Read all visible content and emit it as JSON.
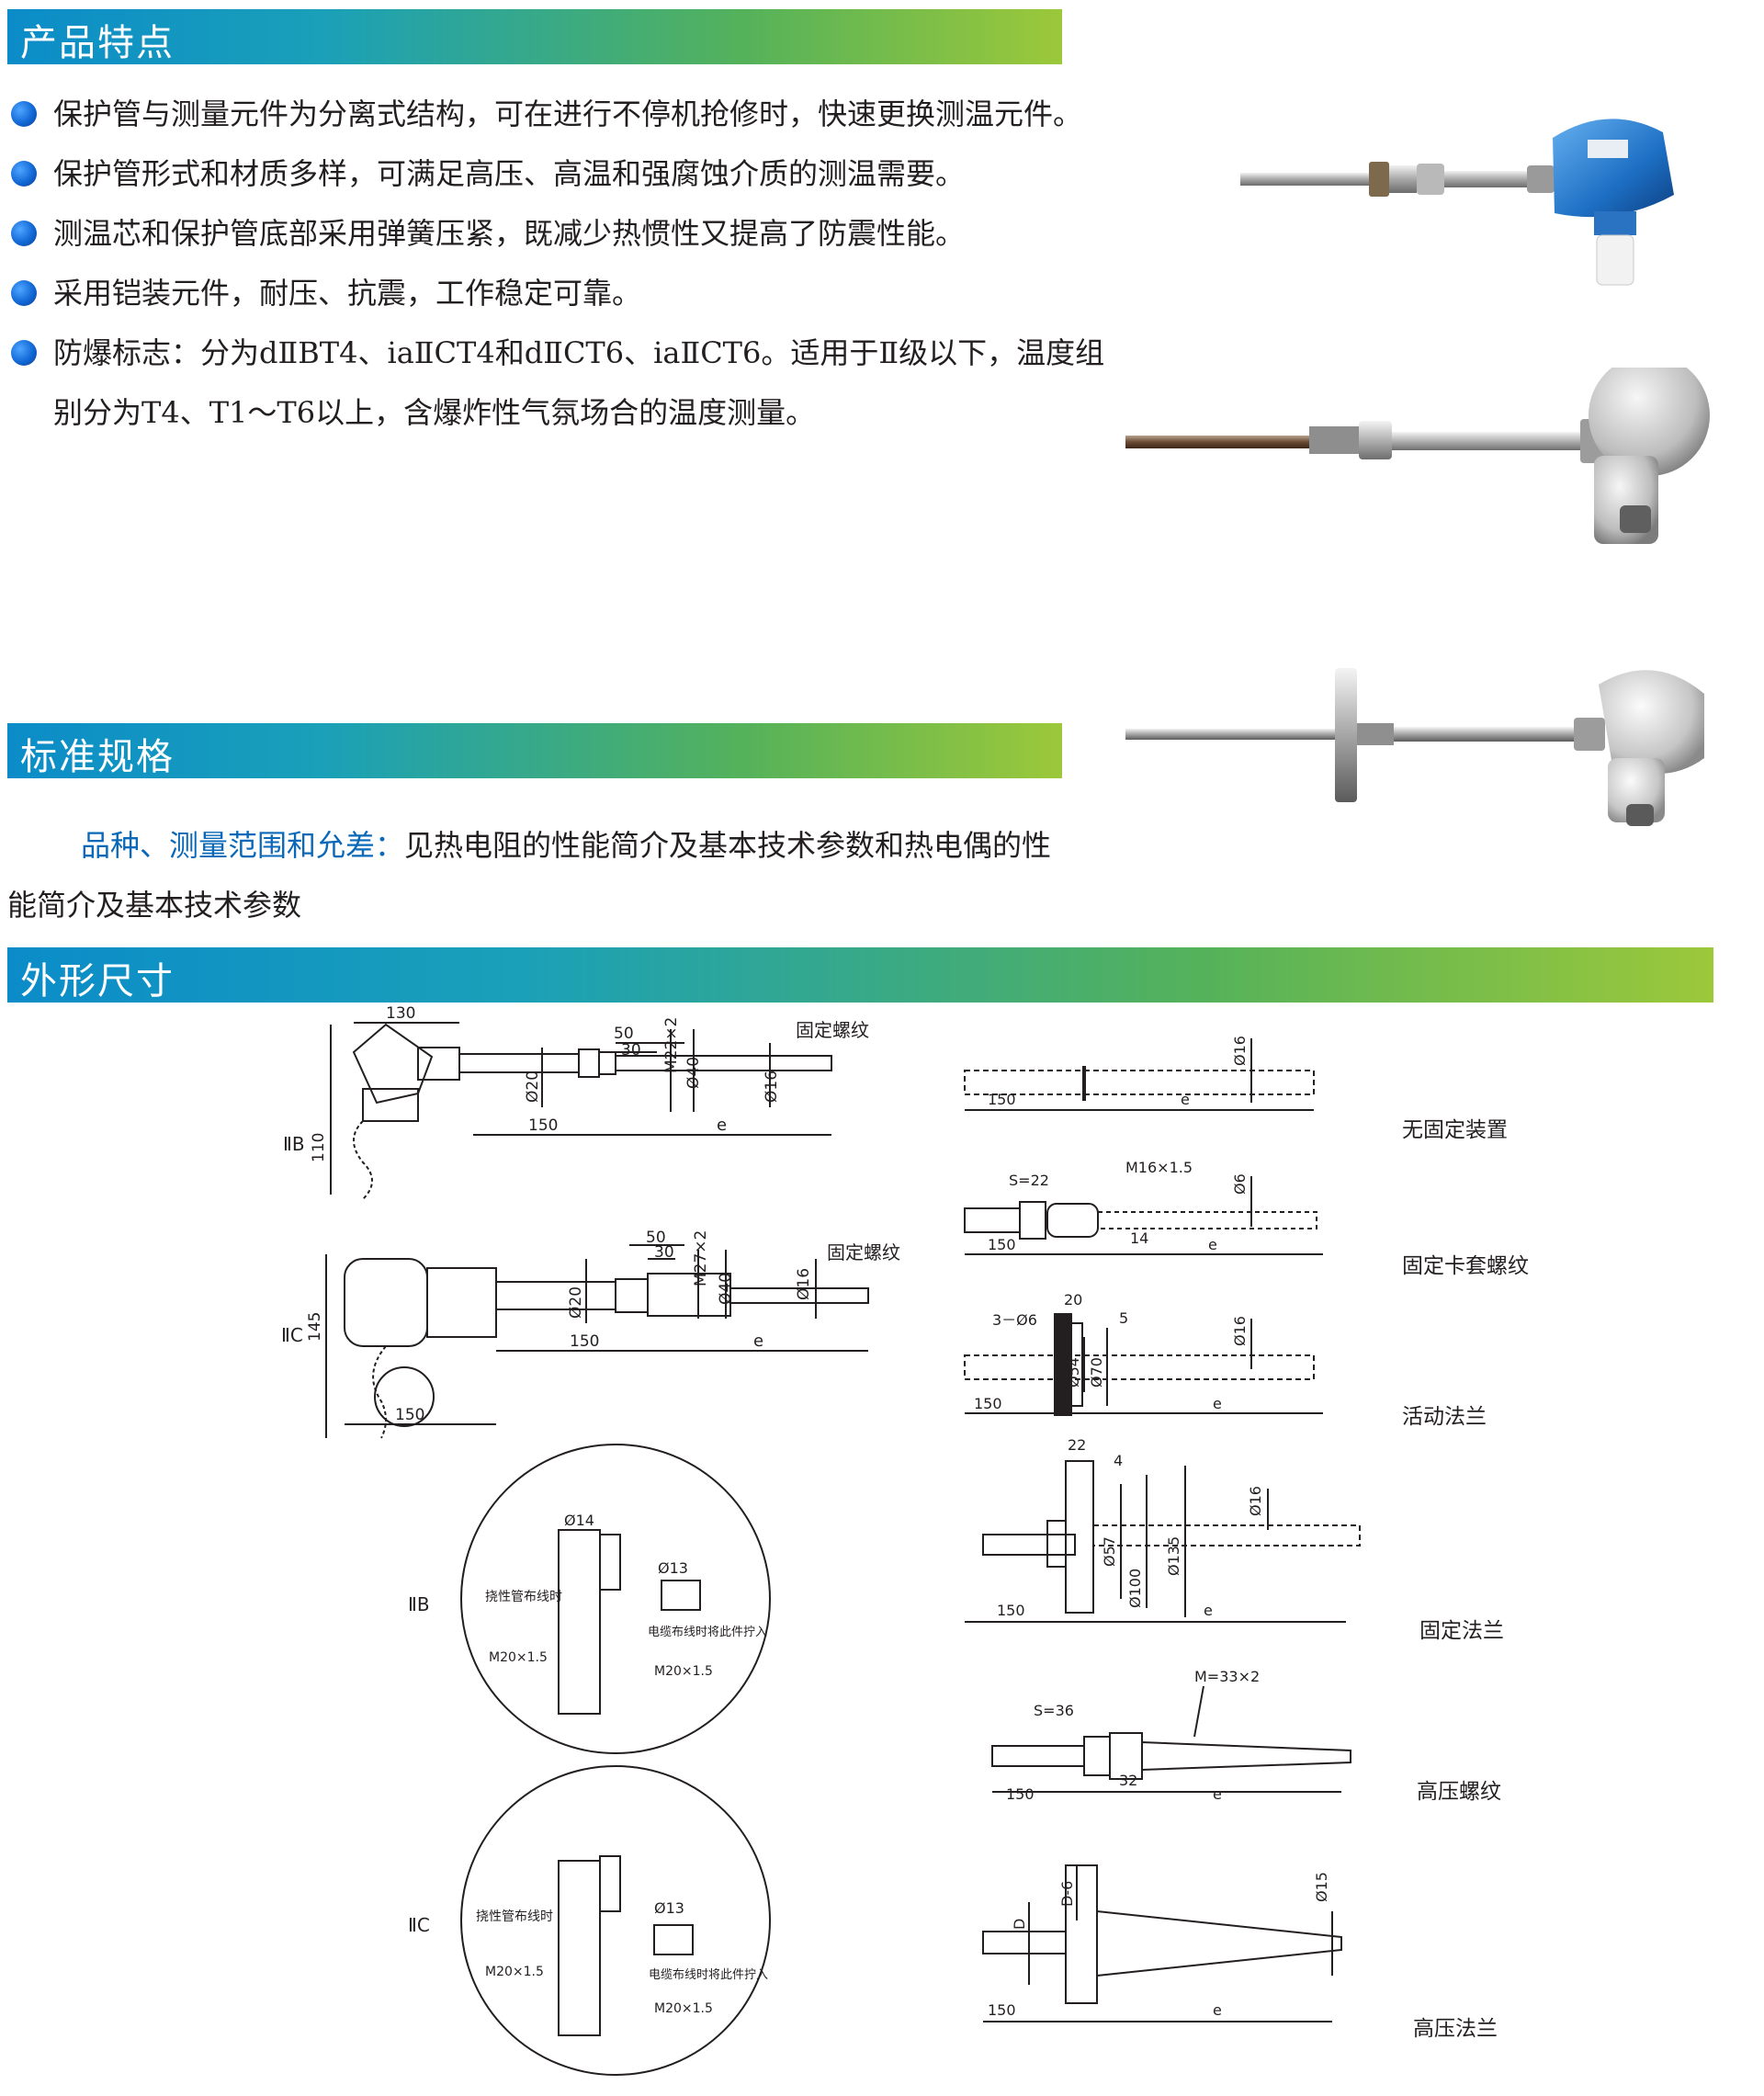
{
  "sections": {
    "features_title": "产品特点",
    "standard_title": "标准规格",
    "dimensions_title": "外形尺寸"
  },
  "features": [
    "保护管与测量元件为分离式结构，可在进行不停机抢修时，快速更换测温元件。",
    "保护管形式和材质多样，可满足高压、高温和强腐蚀介质的测温需要。",
    "测温芯和保护管底部采用弹簧压紧，既减少热惯性又提高了防震性能。",
    "采用铠装元件，耐压、抗震，工作稳定可靠。",
    "防爆标志：分为dⅡBT4、iaⅡCT4和dⅡCT6、iaⅡCT6。适用于Ⅱ级以下，温度组别分为T4、T1～T6以上，含爆炸性气氛场合的温度测量。"
  ],
  "spec": {
    "label": "品种、测量范围和允差：",
    "text": "见热电阻的性能简介及基本技术参数和热电偶的性能简介及基本技术参数"
  },
  "drawings": {
    "iib_head": {
      "label": "ⅡB",
      "d130": "130",
      "d110": "110",
      "d150": "150",
      "d20": "Ø20",
      "d50": "50",
      "d30": "30",
      "m22": "M22×2",
      "d40": "Ø40",
      "d16": "Ø16",
      "e": "e",
      "thread": "固定螺纹"
    },
    "iic_head": {
      "label": "ⅡC",
      "d145": "145",
      "d150a": "150",
      "d150b": "150",
      "d20": "Ø20",
      "d50": "50",
      "d30": "30",
      "m27": "M27×2",
      "d40": "Ø40",
      "d16": "Ø16",
      "e": "e",
      "thread": "固定螺纹"
    },
    "iib_detail": {
      "label": "ⅡB",
      "d14": "Ø14",
      "flex": "挠性管布线时",
      "m20a": "M20×1.5",
      "d13": "Ø13",
      "cable": "电缆布线时将此件拧入",
      "m20b": "M20×1.5"
    },
    "iic_detail": {
      "label": "ⅡC",
      "flex": "挠性管布线时",
      "m20a": "M20×1.5",
      "d13": "Ø13",
      "cable": "电缆布线时将此件拧入",
      "m20b": "M20×1.5"
    },
    "mount1": {
      "caption": "无固定装置",
      "d150": "150",
      "e": "e",
      "d16": "Ø16"
    },
    "mount2": {
      "caption": "固定卡套螺纹",
      "s22": "S=22",
      "m16": "M16×1.5",
      "d6": "Ø6",
      "d150": "150",
      "d14": "14",
      "e": "e"
    },
    "mount3": {
      "caption": "活动法兰",
      "d20": "20",
      "hole": "3－Ø6",
      "d5": "5",
      "d16": "Ø16",
      "d54": "Ø54",
      "d70": "Ø70",
      "d150": "150",
      "e": "e"
    },
    "mount4": {
      "caption": "固定法兰",
      "d22": "22",
      "d4": "4",
      "d16": "Ø16",
      "d57": "Ø57",
      "d100": "Ø100",
      "d135": "Ø135",
      "d150": "150",
      "e": "e"
    },
    "mount5": {
      "caption": "高压螺纹",
      "m33": "M=33×2",
      "s36": "S=36",
      "d32": "32",
      "d150": "150",
      "e": "e"
    },
    "mount6": {
      "caption": "高压法兰",
      "dD": "D",
      "dD6": "D-6",
      "d15": "Ø15",
      "d150": "150",
      "e": "e"
    }
  }
}
